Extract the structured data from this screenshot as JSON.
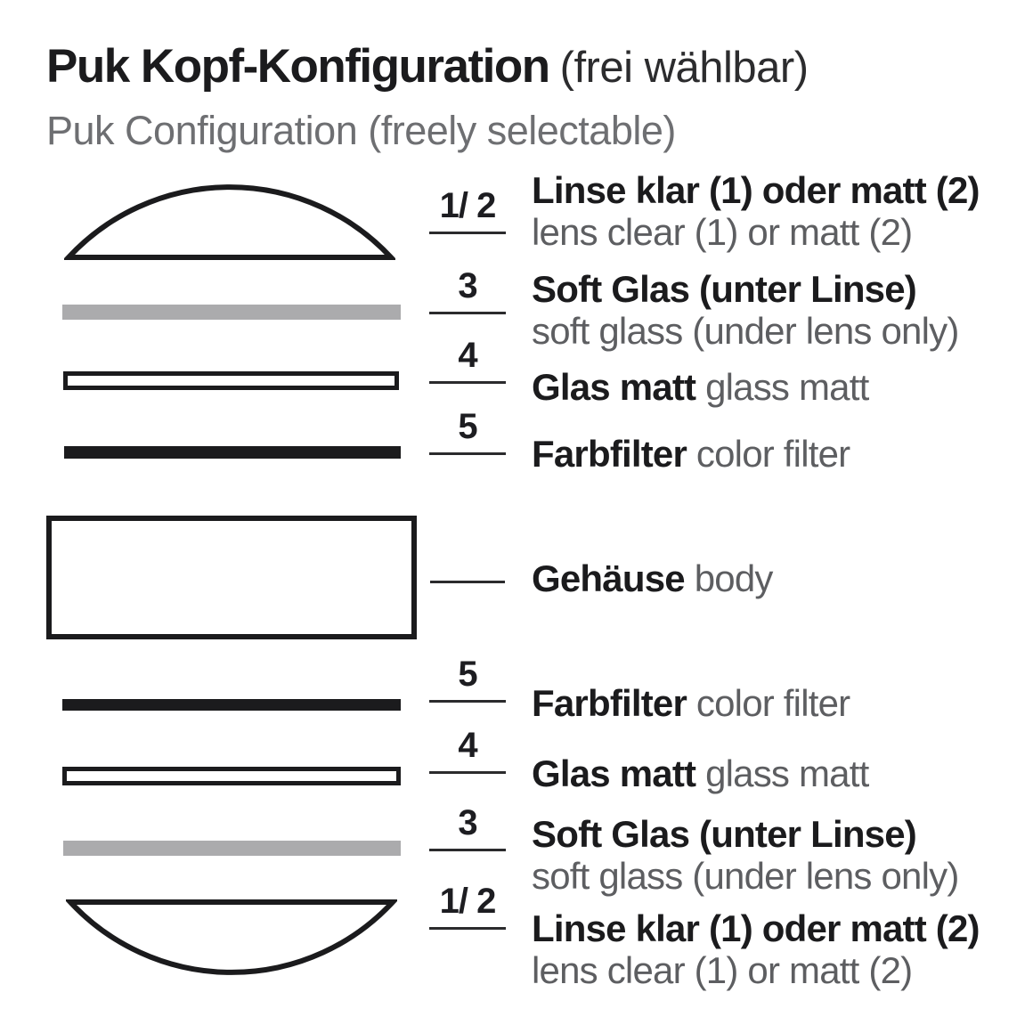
{
  "page": {
    "title_de": "Puk Kopf-Konfiguration",
    "title_suffix": "(frei wählbar)",
    "subtitle_en": "Puk Configuration (freely selectable)"
  },
  "colors": {
    "ink": "#1b1b1d",
    "gray_text": "#5d5e61",
    "soft_glass_gray": "#ababad",
    "background": "#ffffff"
  },
  "parts_top_to_bottom": [
    "lens-top",
    "soft-glass-top",
    "glass-matt-top",
    "color-filter-top",
    "body",
    "color-filter-bottom",
    "glass-matt-bottom",
    "soft-glass-bottom",
    "lens-bottom"
  ],
  "callouts": [
    {
      "num": "1/ 2",
      "de": "Linse klar (1) oder matt (2)",
      "en": "lens clear (1) or matt (2)"
    },
    {
      "num": "3",
      "de": "Soft Glas (unter Linse)",
      "en": "soft glass (under lens only)"
    },
    {
      "num": "4",
      "de": "Glas matt",
      "en": "glass matt"
    },
    {
      "num": "5",
      "de": "Farbfilter",
      "en": "color filter"
    },
    {
      "num": "",
      "de": "Gehäuse",
      "en": "body"
    },
    {
      "num": "5",
      "de": "Farbfilter",
      "en": "color filter"
    },
    {
      "num": "4",
      "de": "Glas matt",
      "en": "glass matt"
    },
    {
      "num": "3",
      "de": "Soft Glas (unter Linse)",
      "en": "soft glass (under lens only)"
    },
    {
      "num": "1/ 2",
      "de": "Linse klar (1) oder matt (2)",
      "en": "lens clear (1) or matt (2)"
    }
  ]
}
